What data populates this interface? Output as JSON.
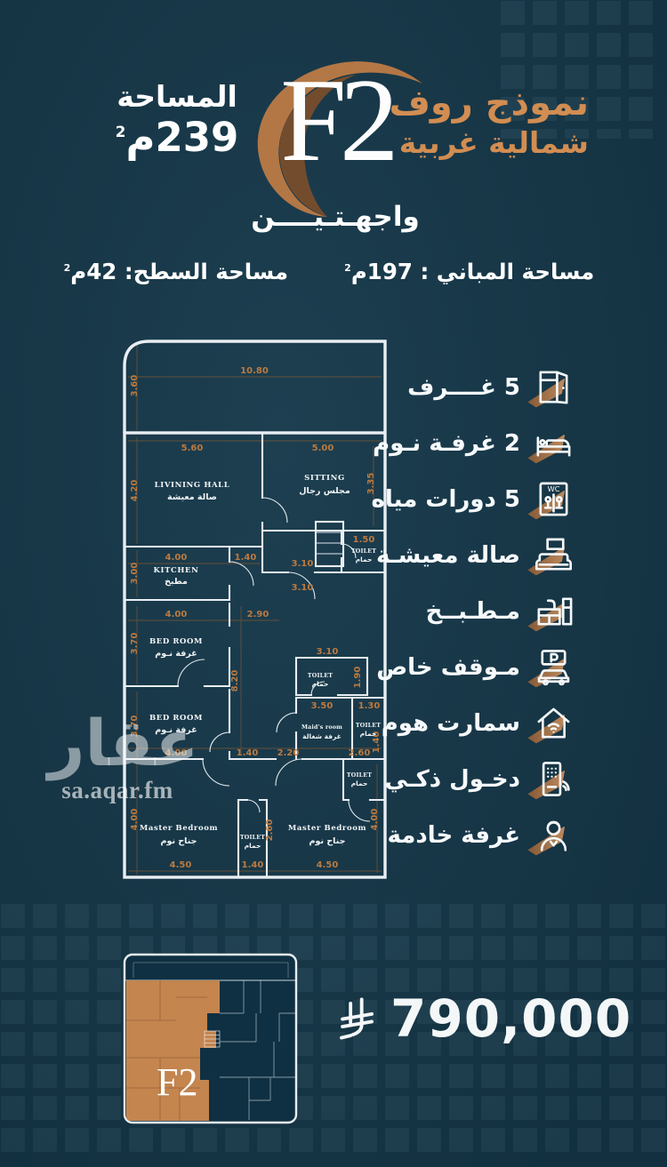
{
  "sup2": "2",
  "colors": {
    "background": "#15384a",
    "accent_orange": "#d28d52",
    "dim_orange": "#bb7a40",
    "wall_white": "#e9eef3",
    "thumb_orange": "#c A98a58"
  },
  "header": {
    "model_code": "F2",
    "type_line": "نموذج روف",
    "orientation_line": "شمالية غربية",
    "area_label": "المساحة",
    "area_value": "239م",
    "facades": "واجهـتـيــــن"
  },
  "areas": {
    "building_label": "مساحة المباني :",
    "building_value": "197م",
    "roof_label": "مساحة السطح:",
    "roof_value": "42م"
  },
  "features": [
    {
      "label": "5 غــــرف",
      "icon": "door-rooms-icon"
    },
    {
      "label": "2 غرفـة نـوم",
      "icon": "bed-icon"
    },
    {
      "label": "5 دورات مياه",
      "icon": "toilet-wc-icon"
    },
    {
      "label": "صالة معيشـة",
      "icon": "living-room-icon"
    },
    {
      "label": "مـطـبــخ",
      "icon": "kitchen-icon"
    },
    {
      "label": "مـوقف خاص",
      "icon": "car-parking-icon"
    },
    {
      "label": "سمارت هوم",
      "icon": "smart-home-icon"
    },
    {
      "label": "دخـول ذكـي",
      "icon": "smart-entry-icon"
    },
    {
      "label": "غرفة خادمة",
      "icon": "maid-room-icon"
    }
  ],
  "floor_plan": {
    "rooms": {
      "living_en": "LIVINING HALL",
      "living_ar": "صالة معيشة",
      "sitting_en": "SITTING",
      "sitting_ar": "مجلس رجال",
      "kitchen_en": "KITCHEN",
      "kitchen_ar": "مطبخ",
      "bed_en": "BED ROOM",
      "bed_ar": "غرفة نـوم",
      "toilet_en": "TOILET",
      "toilet_ar": "حمام",
      "maid_en": "Maid's room",
      "maid_ar": "غرفة شغالة",
      "master_en": "Master Bedroom",
      "master_ar": "جناح نوم"
    },
    "dims": {
      "terrace_w": "10.80",
      "terrace_d": "3.60",
      "living_w": "5.60",
      "living_d": "4.20",
      "sitting_w": "5.00",
      "sitting_d": "3.35",
      "tr_toilet_w": "1.50",
      "hall_a": "3.10",
      "hall_b": "3.10",
      "kitchen_w": "4.00",
      "kitchen_door": "1.40",
      "kitchen_d": "3.00",
      "bed1_w": "4.00",
      "hall_c": "2.90",
      "bed1_d": "3.70",
      "corridor_d": "8.20",
      "toilet_w": "3.10",
      "toilet_d": "1.90",
      "maid_w": "3.50",
      "maid_toilet_w": "1.30",
      "bed2_d": "3.70",
      "row_a": "4.00",
      "row_b": "1.40",
      "row_c": "2.20",
      "row_d": "2.60",
      "row_e": "1.40",
      "master_l_d": "4.00",
      "master_r_d": "4.00",
      "bottom_toilet_d": "2.60",
      "bottom_toilet_w": "1.40",
      "master_l_w": "4.50",
      "master_r_w": "4.50"
    }
  },
  "price": {
    "value": "790,000",
    "currency_icon": "saudi-riyal-symbol"
  },
  "watermark": {
    "logo": "عقار",
    "site": "sa.aqar.fm"
  },
  "thumbnail": {
    "label": "F2"
  }
}
